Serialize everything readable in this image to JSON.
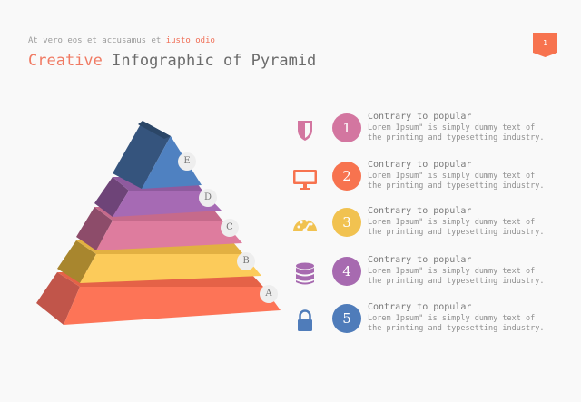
{
  "header": {
    "subtitle_prefix": "At vero eos et accusamus et ",
    "subtitle_highlight": "iusto odio",
    "title_highlight": "Creative",
    "title_rest": " Infographic of Pyramid",
    "page_number": "1"
  },
  "pyramid": {
    "levels": [
      {
        "label": "E",
        "color": "#4f81c1"
      },
      {
        "label": "D",
        "color": "#a66ab4"
      },
      {
        "label": "C",
        "color": "#de7c9e"
      },
      {
        "label": "B",
        "color": "#fccb5a"
      },
      {
        "label": "A",
        "color": "#fd7457"
      }
    ]
  },
  "items": [
    {
      "number": "1",
      "color": "#d376a0",
      "icon": "shield-icon",
      "heading": "Contrary to popular",
      "description": "Lorem Ipsum\" is simply dummy text of the printing and typesetting industry."
    },
    {
      "number": "2",
      "color": "#f7734f",
      "icon": "monitor-icon",
      "heading": "Contrary to popular",
      "description": "Lorem Ipsum\" is simply dummy text of the printing and typesetting industry."
    },
    {
      "number": "3",
      "color": "#f1c250",
      "icon": "speedometer-icon",
      "heading": "Contrary to popular",
      "description": "Lorem Ipsum\" is simply dummy text of the printing and typesetting industry."
    },
    {
      "number": "4",
      "color": "#a76ab0",
      "icon": "database-icon",
      "heading": "Contrary to popular",
      "description": "Lorem Ipsum\" is simply dummy text of the printing and typesetting industry."
    },
    {
      "number": "5",
      "color": "#4f7cba",
      "icon": "lock-icon",
      "heading": "Contrary to popular",
      "description": "Lorem Ipsum\" is simply dummy text of the printing and typesetting industry."
    }
  ]
}
